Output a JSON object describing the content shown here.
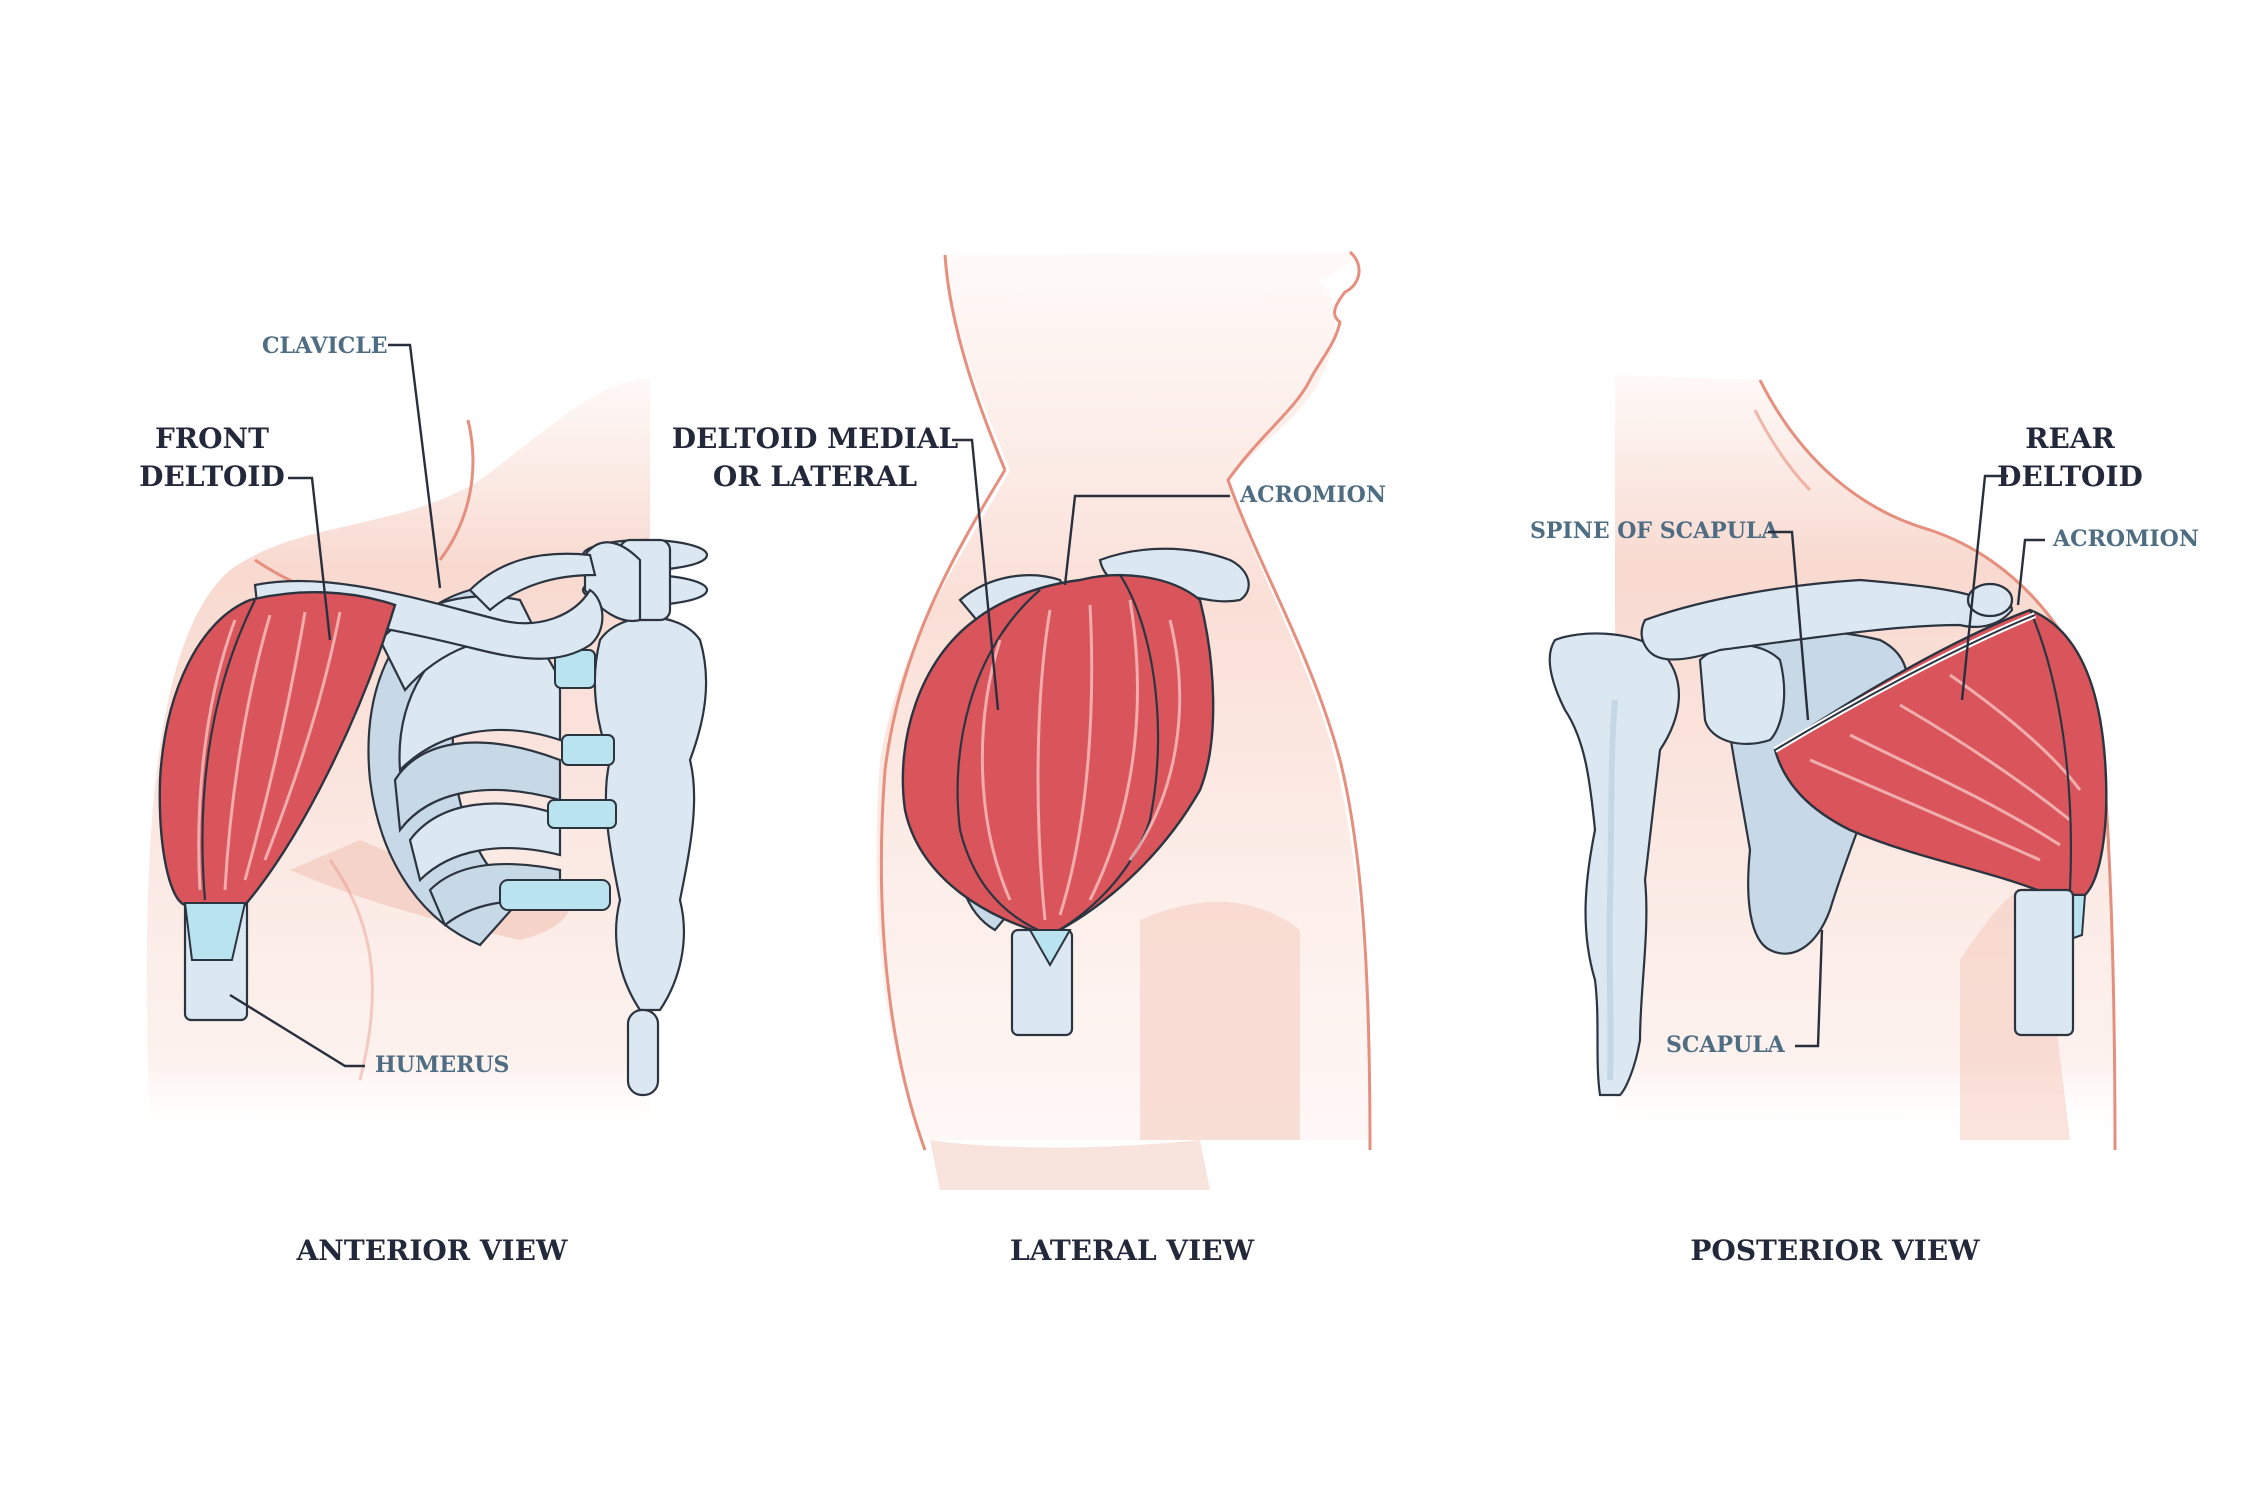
{
  "views": {
    "anterior": {
      "title": "ANTERIOR VIEW",
      "labels": {
        "front_deltoid_line1": "FRONT",
        "front_deltoid_line2": "DELTOID",
        "clavicle": "CLAVICLE",
        "humerus": "HUMERUS"
      }
    },
    "lateral": {
      "title": "LATERAL VIEW",
      "labels": {
        "deltoid_line1": "DELTOID MEDIAL",
        "deltoid_line2": "OR LATERAL",
        "acromion": "ACROMION"
      }
    },
    "posterior": {
      "title": "POSTERIOR VIEW",
      "labels": {
        "rear_deltoid_line1": "REAR",
        "rear_deltoid_line2": "DELTOID",
        "spine_of_scapula": "SPINE OF SCAPULA",
        "acromion": "ACROMION",
        "scapula": "SCAPULA"
      }
    }
  },
  "colors": {
    "muscle": "#d9555b",
    "bone": "#dbe8f2",
    "skin": "#f8d9cf",
    "label_dark": "#23283a",
    "label_blue": "#4f6d82"
  }
}
